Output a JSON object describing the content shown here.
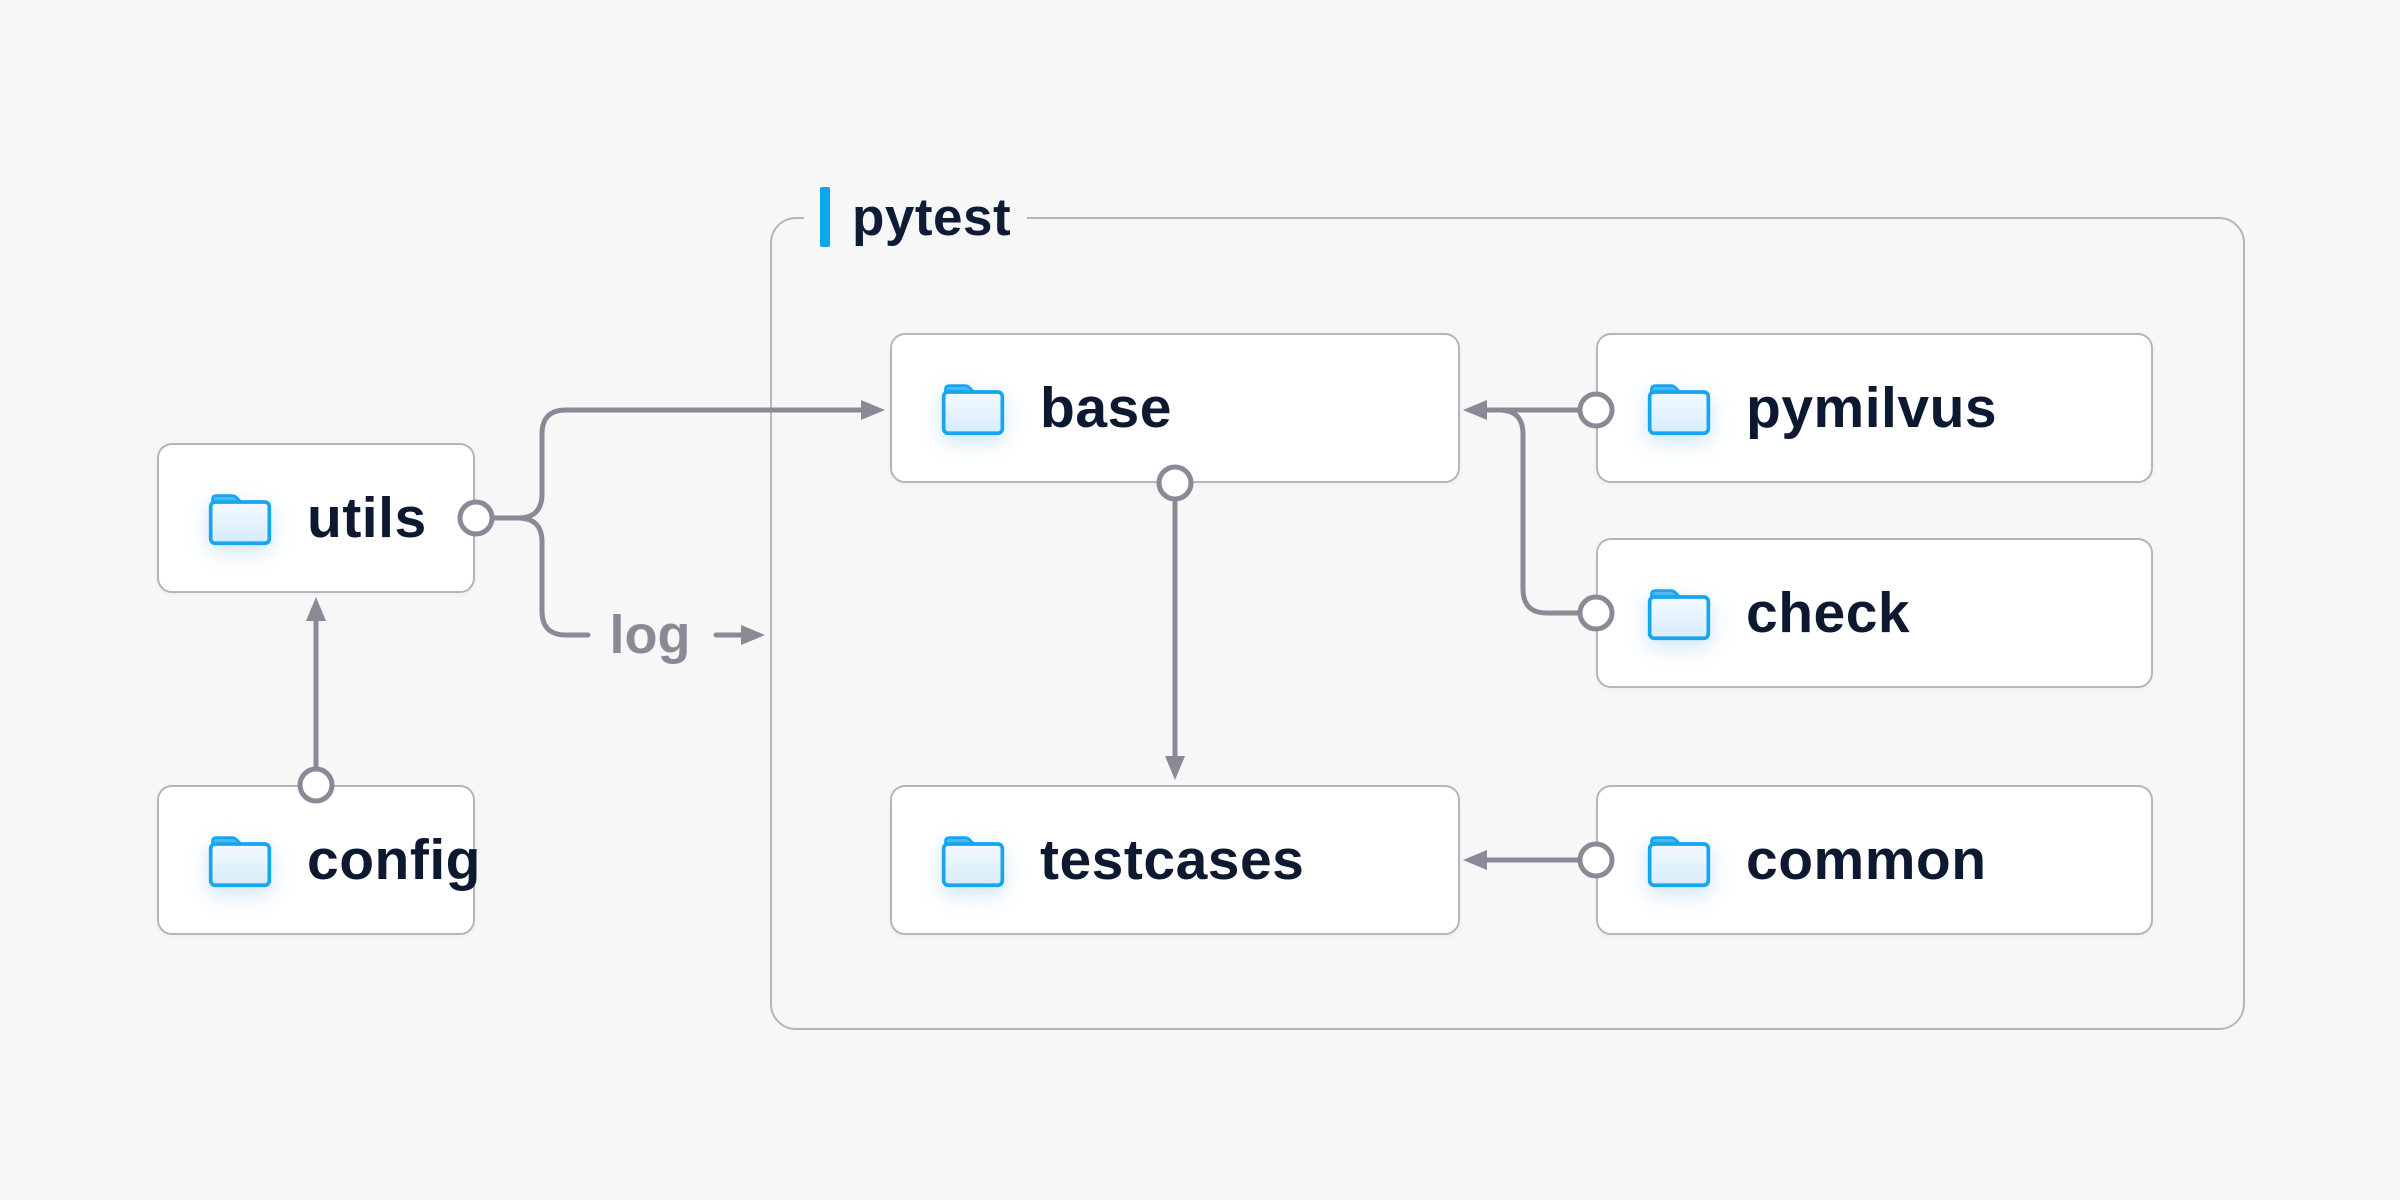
{
  "diagram": {
    "group": {
      "label": "pytest"
    },
    "log_label": "log",
    "nodes": {
      "utils": {
        "label": "utils",
        "icon": "folder-icon"
      },
      "config": {
        "label": "config",
        "icon": "folder-icon"
      },
      "base": {
        "label": "base",
        "icon": "folder-icon"
      },
      "pymilvus": {
        "label": "pymilvus",
        "icon": "folder-icon"
      },
      "check": {
        "label": "check",
        "icon": "folder-icon"
      },
      "testcases": {
        "label": "testcases",
        "icon": "folder-icon"
      },
      "common": {
        "label": "common",
        "icon": "folder-icon"
      }
    },
    "edges": [
      {
        "from": "config",
        "to": "utils"
      },
      {
        "from": "utils",
        "to": "base"
      },
      {
        "from": "utils",
        "to": "log"
      },
      {
        "from": "pymilvus",
        "to": "base"
      },
      {
        "from": "check",
        "to": "base"
      },
      {
        "from": "base",
        "to": "testcases"
      },
      {
        "from": "common",
        "to": "testcases"
      }
    ],
    "colors": {
      "background": "#f7f7f8",
      "box_bg": "#ffffff",
      "box_border": "#b5b5c1",
      "connector": "#8a8a96",
      "label_text": "#0d1930",
      "muted_text": "#8a8a96",
      "accent_blue": "#0aa6ee",
      "folder_outline": "#18a5f0",
      "folder_tab": "#47bbf5"
    }
  }
}
